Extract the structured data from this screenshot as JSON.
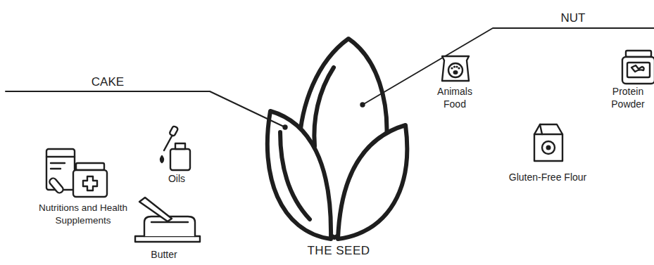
{
  "diagram": {
    "nodes": [
      {
        "text": [
          "THE SEED"
        ]
      }
    ],
    "labels": [
      "CAKE",
      "NUT",
      "Nutritions and Health Supplements",
      "Oils",
      "Butter",
      "Animals Food",
      "Protein Powder",
      "Gluten-Free Flour"
    ]
  }
}
